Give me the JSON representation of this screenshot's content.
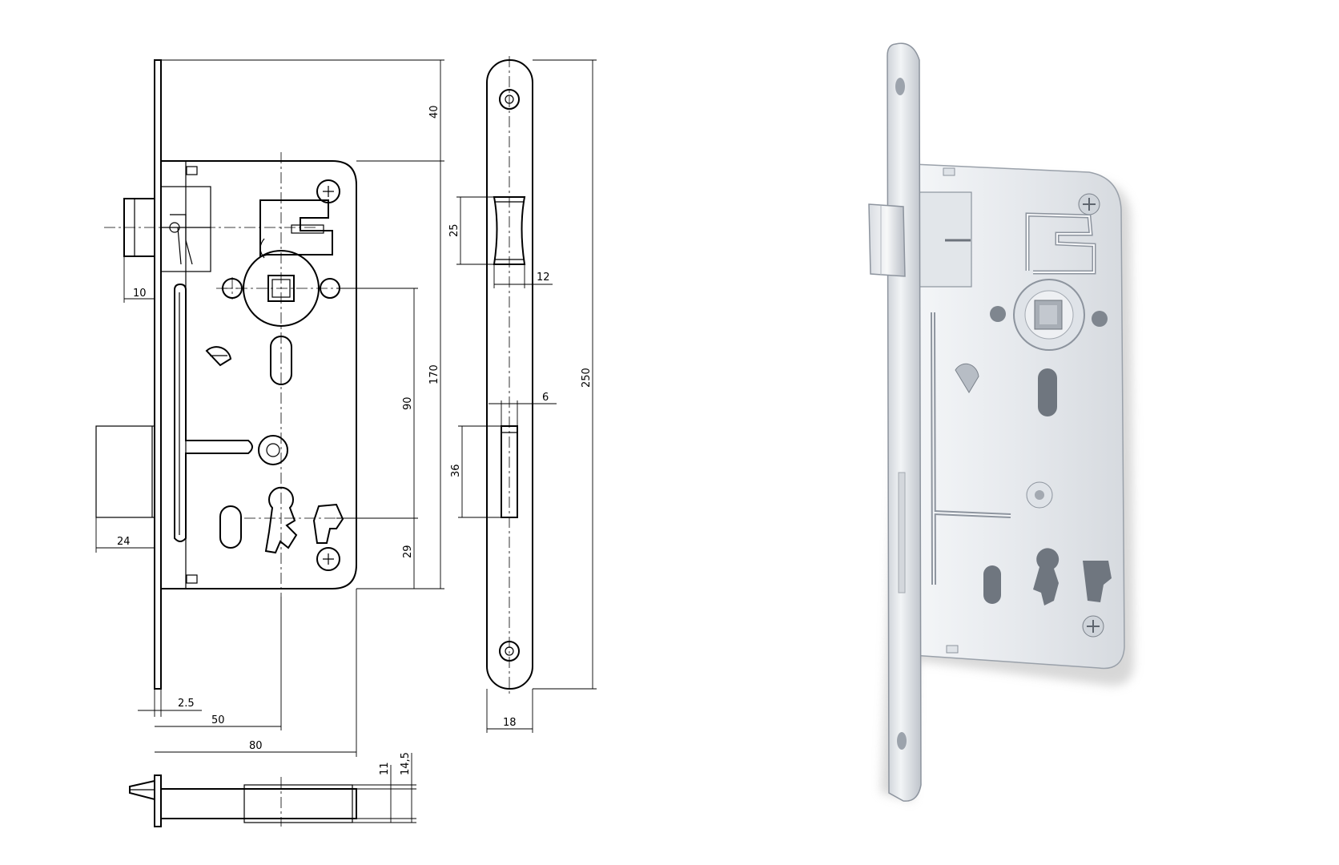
{
  "drawing": {
    "dimensions": {
      "d_10": "10",
      "d_24": "24",
      "d_2_5": "2.5",
      "d_50": "50",
      "d_80": "80",
      "d_40": "40",
      "d_170": "170",
      "d_90": "90",
      "d_29": "29",
      "d_25": "25",
      "d_12": "12",
      "d_6": "6",
      "d_36": "36",
      "d_250": "250",
      "d_18": "18",
      "d_11": "11",
      "d_14_5": "14,5"
    }
  },
  "photo": {
    "subject": "mortise lock",
    "colors": {
      "steel_light": "#eef0f3",
      "steel_mid": "#c9ced6",
      "steel_dark": "#8d949e",
      "shadow": "#b8b8b8"
    }
  }
}
